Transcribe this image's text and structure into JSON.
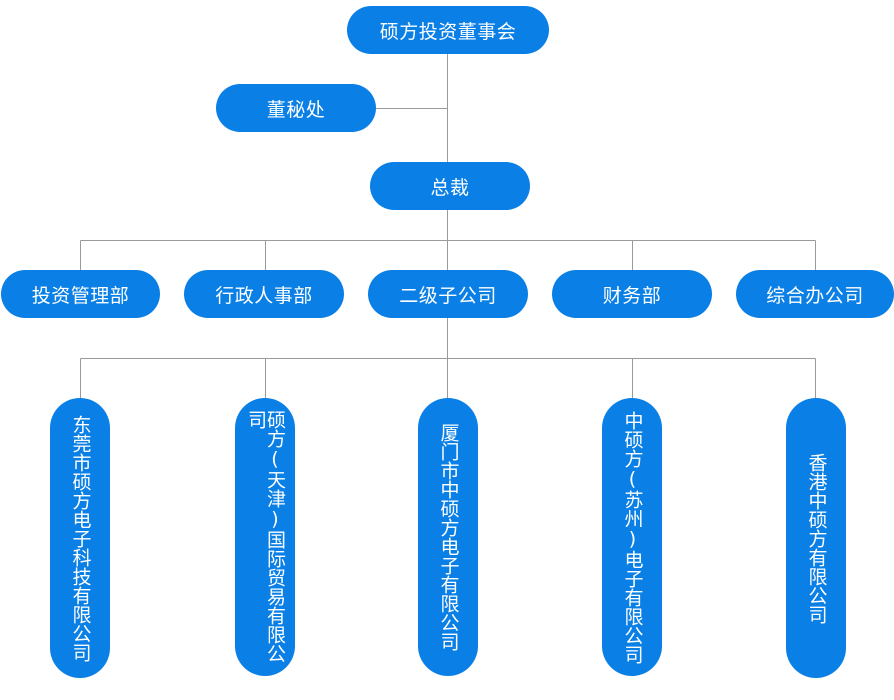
{
  "org_chart": {
    "board": "硕方投资董事会",
    "secretary_office": "董秘处",
    "president": "总裁",
    "departments": [
      "投资管理部",
      "行政人事部",
      "二级子公司",
      "财务部",
      "综合办公司"
    ],
    "subsidiaries": [
      "东莞市硕方电子科技有限公司",
      "硕方(天津)国际贸易有限公司",
      "厦门市中硕方电子有限公司",
      "中硕方(苏州)电子有限公司",
      "香港中硕方有限公司"
    ]
  },
  "colors": {
    "node_fill": "#0a7fe6",
    "node_text": "#ffffff",
    "connector": "#9a9a9a"
  }
}
